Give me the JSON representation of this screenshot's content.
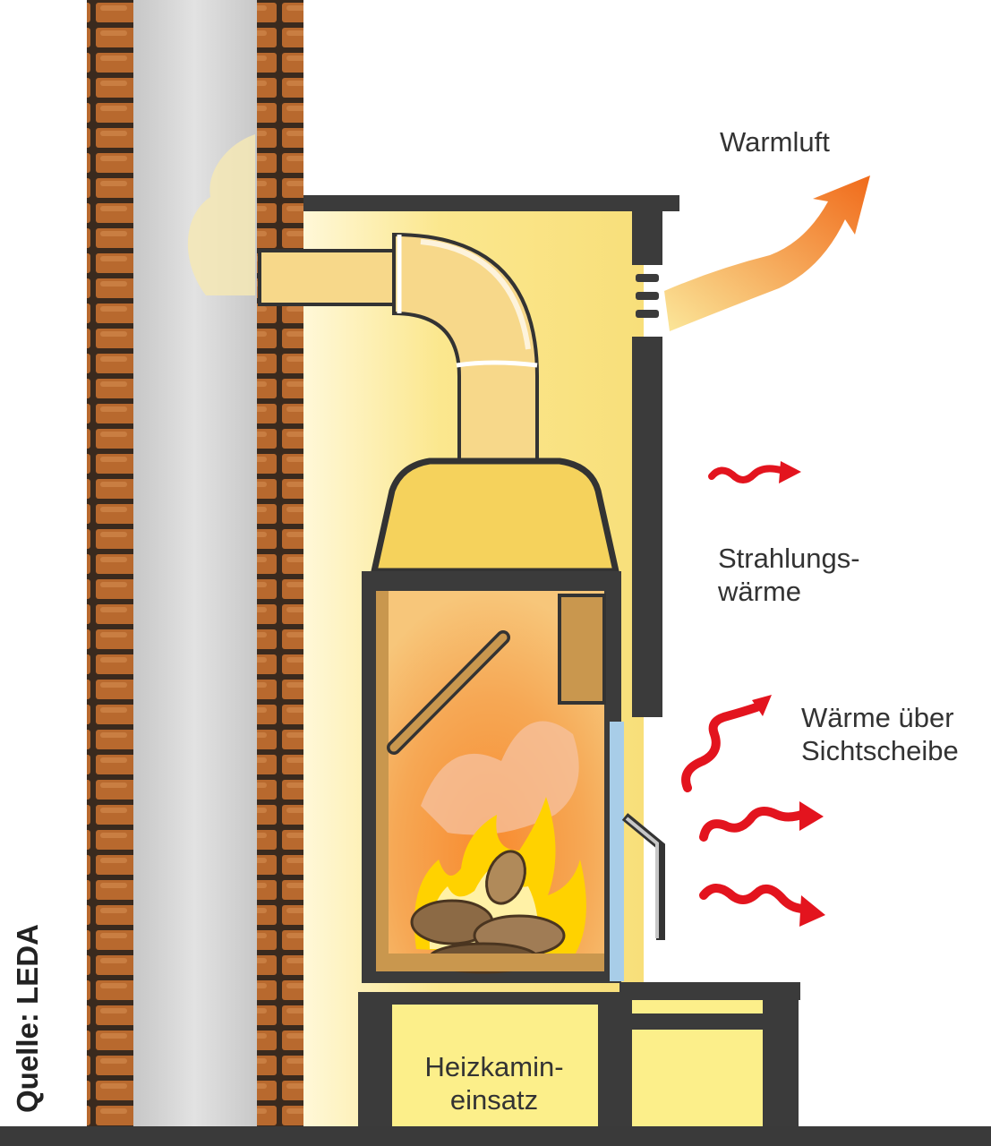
{
  "labels": {
    "warm_air": "Warmluft",
    "radiant_heat_1": "Strahlungs-",
    "radiant_heat_2": "wärme",
    "glass_heat_1": "Wärme über",
    "glass_heat_2": "Sichtscheibe",
    "insert_1": "Heizkamin-",
    "insert_2": "einsatz",
    "source": "Quelle: LEDA"
  },
  "colors": {
    "brick": "#b8692e",
    "mortar": "#3a2a1e",
    "flue_gray": "#d5d5d5",
    "enclosure_yellow": "#fcefa0",
    "frame_dark": "#3b3b3b",
    "pipe_yellow": "#f7d88a",
    "firebox_orange": "#f5a550",
    "flame_yellow": "#ffd200",
    "warm_air_arrow": "#f07b1e",
    "heat_arrow_red": "#e3141e"
  }
}
